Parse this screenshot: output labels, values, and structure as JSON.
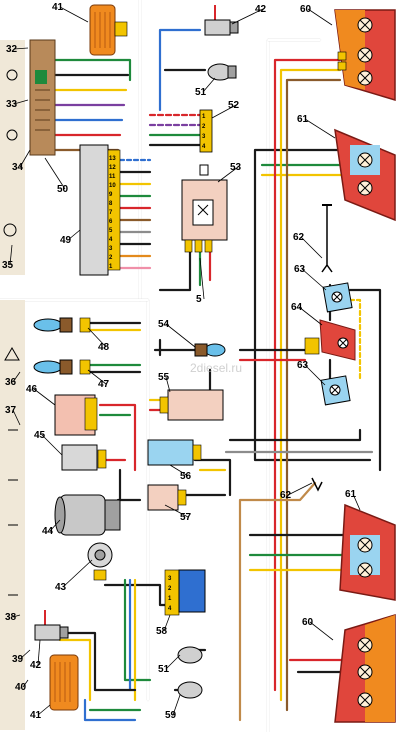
{
  "diagram": {
    "components": [
      {
        "key": "c60a",
        "number": "60"
      },
      {
        "key": "c61a",
        "number": "61"
      },
      {
        "key": "c62a",
        "number": "62"
      },
      {
        "key": "c63a",
        "number": "63"
      },
      {
        "key": "c64",
        "number": "64"
      },
      {
        "key": "c63b",
        "number": "63"
      },
      {
        "key": "c62b",
        "number": "62"
      },
      {
        "key": "c61b",
        "number": "61"
      },
      {
        "key": "c60b",
        "number": "60"
      },
      {
        "key": "c41a",
        "number": "41"
      },
      {
        "key": "c42a",
        "number": "42"
      },
      {
        "key": "c51a",
        "number": "51"
      },
      {
        "key": "c52",
        "number": "52"
      },
      {
        "key": "c53",
        "number": "53"
      },
      {
        "key": "c5",
        "number": "5"
      },
      {
        "key": "c32",
        "number": "32"
      },
      {
        "key": "c33",
        "number": "33"
      },
      {
        "key": "c34",
        "number": "34"
      },
      {
        "key": "c50",
        "number": "50"
      },
      {
        "key": "c49",
        "number": "49"
      },
      {
        "key": "c35",
        "number": "35"
      },
      {
        "key": "c48",
        "number": "48"
      },
      {
        "key": "c47",
        "number": "47"
      },
      {
        "key": "c54",
        "number": "54"
      },
      {
        "key": "c55",
        "number": "55"
      },
      {
        "key": "c36",
        "number": "36"
      },
      {
        "key": "c46",
        "number": "46"
      },
      {
        "key": "c37",
        "number": "37"
      },
      {
        "key": "c45",
        "number": "45"
      },
      {
        "key": "c56",
        "number": "56"
      },
      {
        "key": "c57",
        "number": "57"
      },
      {
        "key": "c44",
        "number": "44"
      },
      {
        "key": "c43",
        "number": "43"
      },
      {
        "key": "c58",
        "number": "58"
      },
      {
        "key": "c38",
        "number": "38"
      },
      {
        "key": "c42b",
        "number": "42"
      },
      {
        "key": "c51b",
        "number": "51"
      },
      {
        "key": "c39",
        "number": "39"
      },
      {
        "key": "c40",
        "number": "40"
      },
      {
        "key": "c41b",
        "number": "41"
      },
      {
        "key": "c59",
        "number": "59"
      }
    ],
    "connector_pins_49": [
      "13",
      "12",
      "11",
      "10",
      "9",
      "8",
      "7",
      "6",
      "5",
      "4",
      "3",
      "2",
      "1"
    ],
    "connector_pins_58": [
      "3",
      "2",
      "1",
      "4"
    ],
    "connector_pins_52": [
      "1",
      "2",
      "3",
      "4"
    ],
    "watermark": "2diesel.ru",
    "wire_colors": {
      "black": "#1a1a1a",
      "red": "#d8262b",
      "green": "#1e8a3c",
      "blue": "#2f6fd0",
      "yellow": "#f2c400",
      "orange": "#e38a1c",
      "brown": "#8a5a2b",
      "grey": "#8c8c8c",
      "pink": "#f08fa8",
      "white": "#ffffff",
      "violet": "#7a3fa0"
    },
    "lamp_housing_color": "#e0463c",
    "lamp_amber_color": "#f08a1f"
  }
}
